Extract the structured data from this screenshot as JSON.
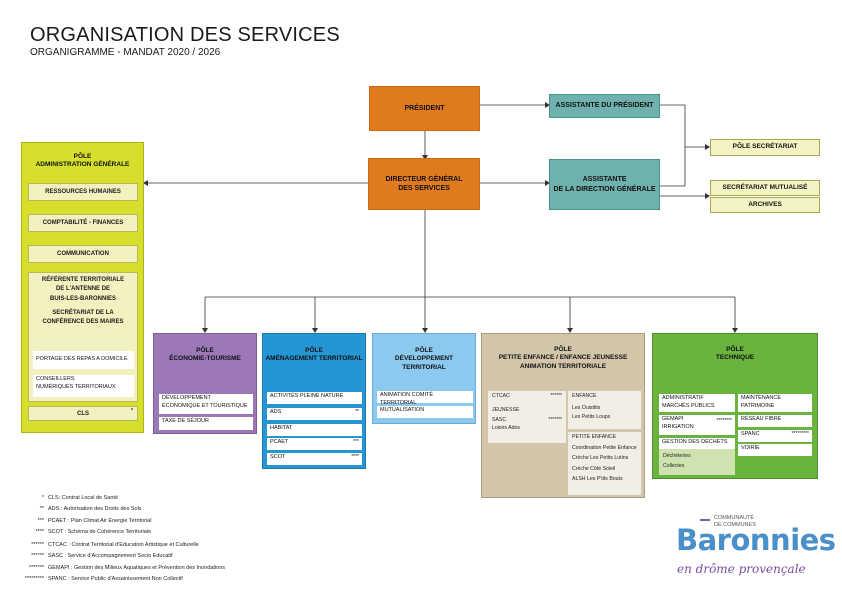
{
  "header": {
    "title": "ORGANISATION DES SERVICES",
    "subtitle": "ORGANIGRAMME - MANDAT 2020 / 2026"
  },
  "colors": {
    "orange": "#e07a1f",
    "teal": "#6fb1ac",
    "admin": "#d6df2b",
    "eco": "#9a79b6",
    "amenagement": "#2596d3",
    "developpement": "#8cc9ef",
    "petite_enfance": "#d2c5a9",
    "technique": "#6bb33f"
  },
  "top": {
    "president": "PRÉSIDENT",
    "assistante_president": "ASSISTANTE DU PRÉSIDENT",
    "dgs_line1": "DIRECTEUR GÉNÉRAL",
    "dgs_line2": "DES SERVICES",
    "assistante_dg_line1": "ASSISTANTE",
    "assistante_dg_line2": "DE LA DIRECTION GÉNÉRALE",
    "pole_secretariat": "PÔLE SECRÉTARIAT",
    "secretariat_mutualise": "SECRÉTARIAT MUTUALISÉ",
    "archives": "ARCHIVES"
  },
  "pole_admin": {
    "title_line1": "PÔLE",
    "title_line2": "ADMINISTRATION GÉNÉRALE",
    "rh": "RESSOURCES HUMAINES",
    "compta": "COMPTABILITÉ - FINANCES",
    "communication": "COMMUNICATION",
    "referente_line1": "RÉFÉRENTE TERRITORIALE",
    "referente_line2": "DE L'ANTENNE DE",
    "referente_line3": "BUIS-LES-BARONNIES",
    "secretariat_line1": "SECRÉTARIAT DE LA",
    "secretariat_line2": "CONFÉRENCE DES MAIRES",
    "portage": "PORTAGE DES REPAS A DOMICILE",
    "conseillers_line1": "CONSEILLERS",
    "conseillers_line2": "NUMÉRIQUES TERRITORIAUX",
    "cls": "CLS",
    "cls_mark": "*"
  },
  "pole_eco": {
    "title_line1": "PÔLE",
    "title_line2": "ÉCONOMIE-TOURISME",
    "item1_line1": "DÉVELOPPEMENT",
    "item1_line2": "ÉCONOMIQUE ET TOURISTIQUE",
    "item2": "TAXE DE SÉJOUR"
  },
  "pole_amenagement": {
    "title_line1": "PÔLE",
    "title_line2": "AMÉNAGEMENT TERRITORIAL",
    "items": [
      "ACTIVITÉS PLEINE NATURE",
      "ADS",
      "HABITAT",
      "PCAET",
      "SCOT"
    ],
    "marks": [
      "",
      "**",
      "",
      "***",
      "****"
    ]
  },
  "pole_dev": {
    "title_line1": "PÔLE",
    "title_line2": "DÉVELOPPEMENT TERRITORIAL",
    "items": [
      "ANIMATION COMITÉ TERRITORIAL",
      "MUTUALISATION"
    ]
  },
  "pole_pe": {
    "title_line1": "PÔLE",
    "title_line2": "PETITE ENFANCE / ENFANCE JEUNESSE",
    "title_line3": "ANIMATION TERRITORIALE",
    "ctcac": "CTCAC",
    "ctcac_mark": "******",
    "jeunesse": "JEUNESSE",
    "sasc": "SASC",
    "sasc_mark": "*******",
    "sasc_sub": "Loisirs Ados",
    "enfance_title": "ENFANCE",
    "enfance_items": [
      "Les Ouistitis",
      "Les Petits Loups"
    ],
    "pe_title": "PETITE ENFANCE",
    "pe_items": [
      "Coordination Petite Enfance",
      "Crèche Les Petits Lutins",
      "Crèche Côté Soleil",
      "ALSH Les P'tits Bouts"
    ]
  },
  "pole_tech": {
    "title_line1": "PÔLE",
    "title_line2": "TECHNIQUE",
    "admin_line1": "ADMINISTRATIF",
    "admin_line2": "MARCHÉS PUBLICS",
    "gemapi_line1": "GEMAPI",
    "gemapi_line2": "IRRIGATION",
    "gemapi_mark": "********",
    "dechets": "GESTION DES DÉCHETS",
    "dechets_items": [
      "Déchèteries",
      "Collectes"
    ],
    "maintenance_line1": "MAINTENANCE",
    "maintenance_line2": "PATRIMOINE",
    "reseau": "RÉSEAU FIBRE",
    "spanc": "SPANC",
    "spanc_mark": "*********",
    "voirie": "VOIRIE"
  },
  "legend": [
    {
      "stars": "*",
      "text": "CLS: Contrat Local de Santé"
    },
    {
      "stars": "**",
      "text": "ADS : Autorisation des Droits des Sols"
    },
    {
      "stars": "***",
      "text": "PCAET : Plan Climat Air Energie Territorial"
    },
    {
      "stars": "****",
      "text": "SCOT : Schéma de Cohérence Territoriale"
    },
    {
      "stars": "******",
      "text": "CTCAC : Contrat Territorial d'Education Artistique et Culturelle"
    },
    {
      "stars": "******",
      "text": "SASC : Service d'Accompagnement Socio Educatif"
    },
    {
      "stars": "*******",
      "text": "GEMAPI : Gestion des Milieux Aquatiques et Prévention des Inondations"
    },
    {
      "stars": "*********",
      "text": "SPANC : Service Public d'Assainissement Non Collectif"
    }
  ],
  "logo": {
    "tag_line1": "COMMUNAUTÉ",
    "tag_line2": "DE COMMUNES",
    "name": "Baronnies",
    "tagline": "en drôme provençale"
  }
}
